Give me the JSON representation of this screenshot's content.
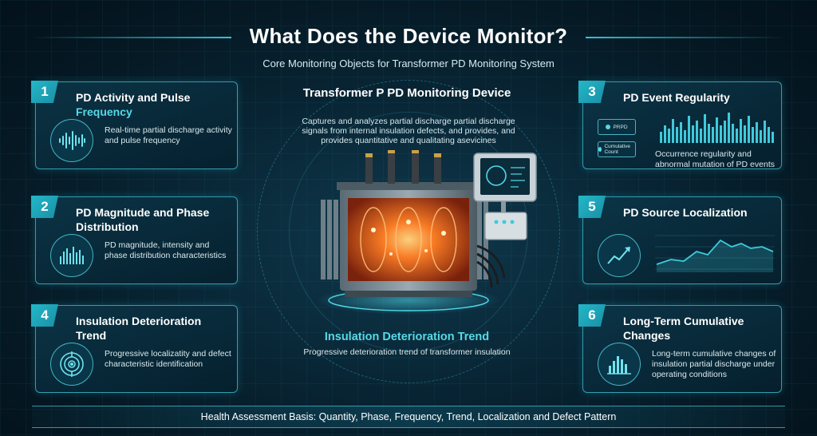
{
  "header": {
    "title": "What Does the Device Monitor?",
    "subtitle": "Core Monitoring Objects for Transformer PD Monitoring System"
  },
  "cards": [
    {
      "num": "1",
      "title_a": "PD Activity and Pulse",
      "title_b": "Frequency",
      "desc": "Real-time partial discharge activity and pulse frequency",
      "icon": "waveform-icon"
    },
    {
      "num": "2",
      "title_a": "PD Magnitude and Phase Distribution",
      "title_b": "",
      "desc": "PD magnitude, intensity and phase distribution characteristics",
      "icon": "bar-histogram-icon"
    },
    {
      "num": "4",
      "title_a": "Insulation Deterioration Trend",
      "title_b": "",
      "desc": "Progressive localizatity and defect characteristic identification",
      "icon": "radar-target-icon"
    },
    {
      "num": "3",
      "title_a": "PD Event Regularity",
      "title_b": "",
      "desc": "Occurrence regularity and abnormal mutation of PD events",
      "icon": "spectrum-chart-icon"
    },
    {
      "num": "5",
      "title_a": "PD Source Localization",
      "title_b": "",
      "desc": "",
      "icon": "trend-arrow-icon"
    },
    {
      "num": "6",
      "title_a": "Long-Term Cumulative Changes",
      "title_b": "",
      "desc": "Long-term cumulative changes of insulation partial discharge under operating conditions",
      "icon": "bar-chart-icon"
    }
  ],
  "pills": {
    "pill_1": "PRPD",
    "pill_2": "Cumulative Count"
  },
  "center": {
    "title": "Transformer P PD Monitoring Device",
    "desc": "Captures and analyzes partial discharge partial discharge signals from internal insulation defects, and provides, and provides quantitative and qualitating asevicines",
    "bottom_title": "Insulation Deterioration Trend",
    "bottom_desc": "Progressive deterioration trend of transformer insulation"
  },
  "footer": {
    "text": "Health Assessment Basis: Quantity, Phase, Frequency, Trend, Localization and Defect Pattern"
  },
  "colors": {
    "accent": "#2fc6d8",
    "glow": "#ff6a1a",
    "background": "#082433"
  }
}
